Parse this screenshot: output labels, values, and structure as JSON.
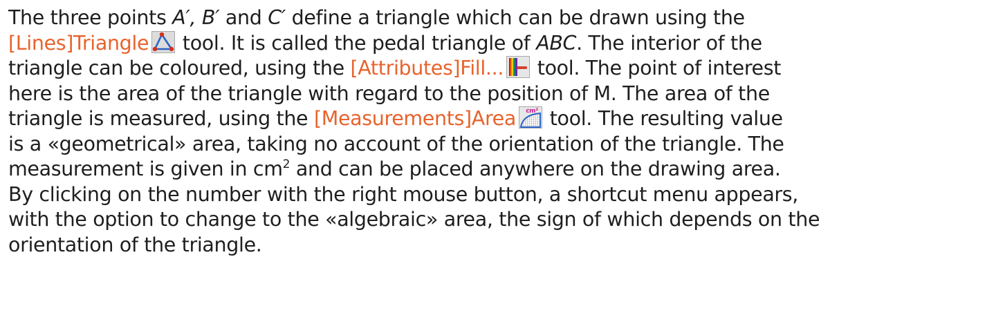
{
  "paragraph": {
    "s1": "The three points ",
    "pt_a": "A′,",
    "sp1": " ",
    "pt_b": "B′",
    "s2": " and ",
    "pt_c": "C′",
    "s3": " define a triangle which can be drawn using the",
    "tool_triangle": "[Lines]Triangle",
    "s4": " tool. It is called the pedal triangle of ",
    "abc": "ABC",
    "s5": ". The interior of the",
    "s6": "triangle can be coloured, using the ",
    "tool_fill": "[Attributes]Fill...",
    "s7": " tool. The point of interest",
    "s8": "here is the area of the triangle with regard to the position of M. The area of the",
    "s9": "triangle is measured, using the ",
    "tool_area": "[Measurements]Area",
    "s10": " tool. The resulting value",
    "s11": "is a «geometrical» area, taking no account of the orientation of the triangle. The",
    "s12": "measurement is given in cm",
    "sup2": "2",
    "s13": " and can be placed anywhere on the drawing area.",
    "s14": "By clicking on the number with the right mouse button, a shortcut menu appears,",
    "s15": "with the option to change to the «algebraic» area, the sign of which depends on the",
    "s16": "orientation of the triangle."
  },
  "icons": {
    "triangle": "triangle-tool-icon",
    "fill": "fill-tool-icon",
    "area": "area-tool-icon",
    "area_label": "cm²"
  },
  "colors": {
    "text": "#1e1e1e",
    "tool_name": "#e8632c"
  }
}
